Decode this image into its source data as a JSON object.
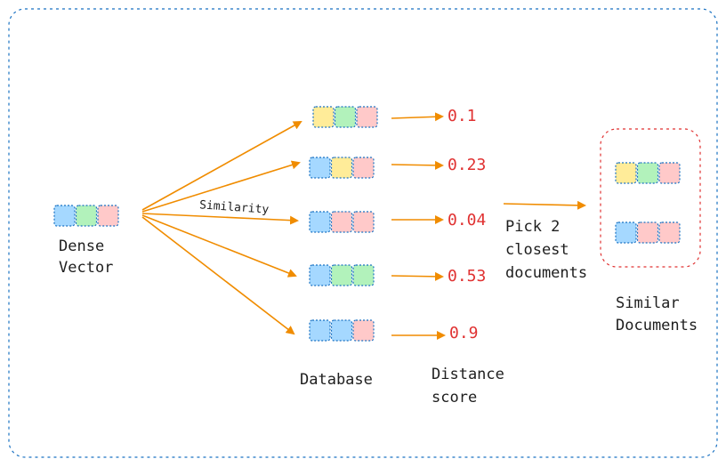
{
  "query": {
    "label_line1": "Dense",
    "label_line2": "Vector",
    "colors": [
      "blue",
      "green",
      "pink"
    ]
  },
  "edge_label": "Similarity",
  "database": {
    "label": "Database",
    "vectors": [
      {
        "colors": [
          "yellow",
          "green",
          "pink"
        ],
        "score": "0.1"
      },
      {
        "colors": [
          "blue",
          "yellow",
          "pink"
        ],
        "score": "0.23"
      },
      {
        "colors": [
          "blue",
          "pink",
          "pink"
        ],
        "score": "0.04"
      },
      {
        "colors": [
          "blue",
          "green",
          "green"
        ],
        "score": "0.53"
      },
      {
        "colors": [
          "blue",
          "blue",
          "pink"
        ],
        "score": "0.9"
      }
    ]
  },
  "distance": {
    "label_line1": "Distance",
    "label_line2": "score"
  },
  "pick": {
    "line1": "Pick 2",
    "line2": "closest",
    "line3": "documents"
  },
  "result": {
    "label_line1": "Similar",
    "label_line2": "Documents",
    "vectors": [
      {
        "colors": [
          "yellow",
          "green",
          "pink"
        ]
      },
      {
        "colors": [
          "blue",
          "pink",
          "pink"
        ]
      }
    ]
  },
  "palette": {
    "blue": "#a5d8ff",
    "green": "#b2f2bb",
    "pink": "#ffc9c9",
    "yellow": "#ffec99",
    "stroke": "#1971c2",
    "arrow": "#f08c00",
    "frame": "#1971c2",
    "result_frame": "#e03131",
    "score_text": "#e03131"
  }
}
